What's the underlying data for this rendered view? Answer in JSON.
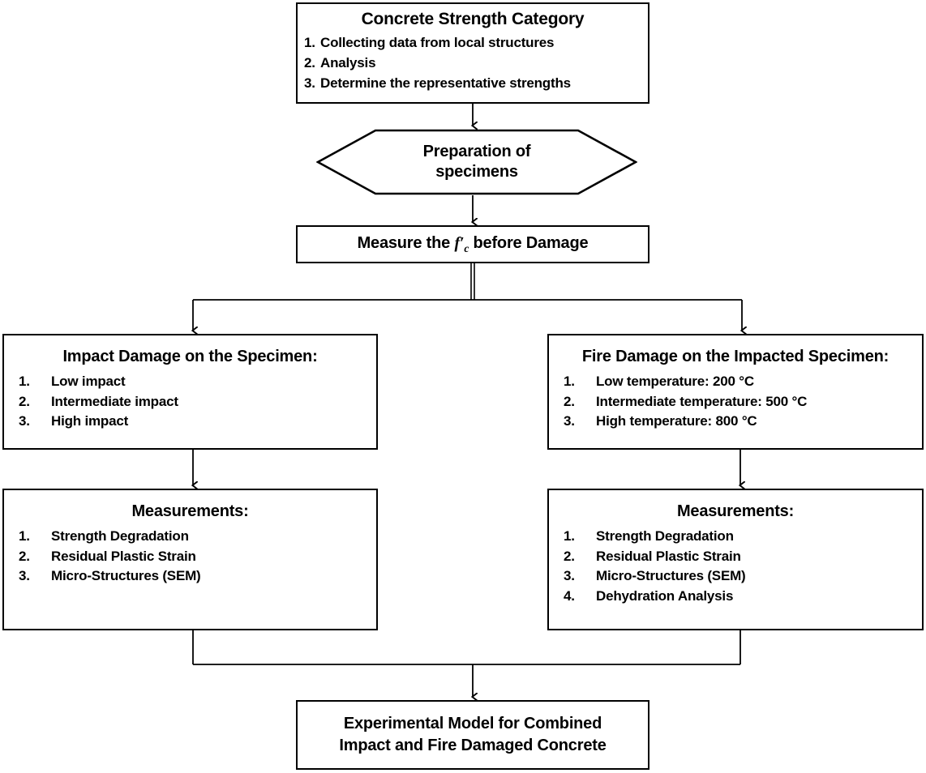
{
  "diagram": {
    "title": "Experimental program flowchart for combined impact and fire damaged concrete",
    "colors": {
      "background": "#ffffff",
      "stroke": "#000000",
      "text": "#000000"
    },
    "nodes": {
      "category": {
        "shape": "rectangle",
        "title": "Concrete Strength Category",
        "items": [
          {
            "num": "1.",
            "text": "Collecting data from local structures"
          },
          {
            "num": "2.",
            "text": "Analysis"
          },
          {
            "num": "3.",
            "text": "Determine the representative strengths"
          }
        ]
      },
      "preparation": {
        "shape": "hexagon",
        "title": "Preparation of\nspecimens"
      },
      "measure": {
        "shape": "rectangle",
        "title_prefix": "Measure the ",
        "title_symbol": "f′",
        "title_subscript": "c",
        "title_suffix": " before Damage"
      },
      "impact": {
        "shape": "rectangle",
        "title": "Impact Damage on the Specimen:",
        "items": [
          {
            "num": "1.",
            "text": "Low impact"
          },
          {
            "num": "2.",
            "text": "Intermediate impact"
          },
          {
            "num": "3.",
            "text": "High impact"
          }
        ]
      },
      "fire": {
        "shape": "rectangle",
        "title": "Fire Damage on the Impacted Specimen:",
        "items": [
          {
            "num": "1.",
            "text": "Low temperature: 200 °C"
          },
          {
            "num": "2.",
            "text": "Intermediate temperature: 500 °C"
          },
          {
            "num": "3.",
            "text": "High temperature: 800 °C"
          }
        ]
      },
      "measurements_left": {
        "shape": "rectangle",
        "title": "Measurements:",
        "items": [
          {
            "num": "1.",
            "text": "Strength Degradation"
          },
          {
            "num": "2.",
            "text": "Residual Plastic Strain"
          },
          {
            "num": "3.",
            "text": "Micro-Structures (SEM)"
          }
        ]
      },
      "measurements_right": {
        "shape": "rectangle",
        "title": "Measurements:",
        "items": [
          {
            "num": "1.",
            "text": "Strength Degradation"
          },
          {
            "num": "2.",
            "text": "Residual Plastic Strain"
          },
          {
            "num": "3.",
            "text": "Micro-Structures (SEM)"
          },
          {
            "num": "4.",
            "text": "Dehydration Analysis"
          }
        ]
      },
      "final": {
        "shape": "rectangle",
        "title": "Experimental Model for Combined\nImpact and Fire Damaged Concrete"
      }
    }
  }
}
